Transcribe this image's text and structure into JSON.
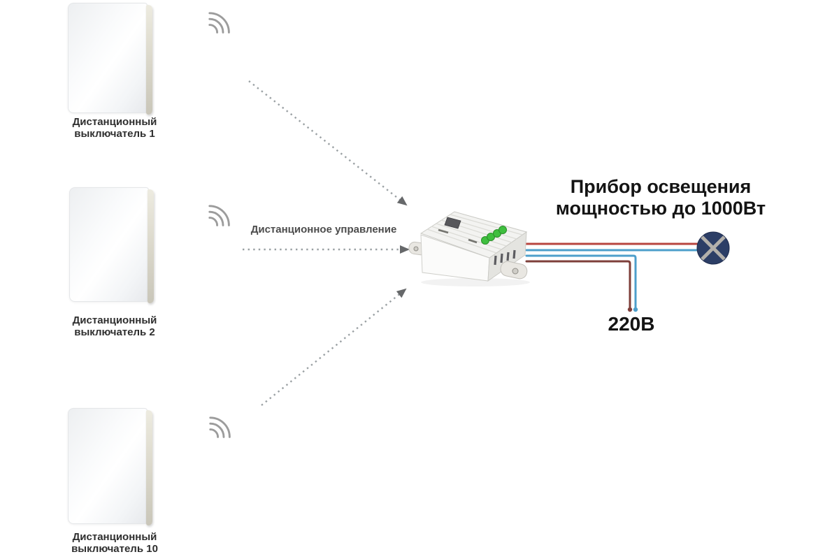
{
  "switches": [
    {
      "label_line1": "Дистанционный",
      "label_line2": "выключатель 1"
    },
    {
      "label_line1": "Дистанционный",
      "label_line2": "выключатель 2"
    },
    {
      "label_line1": "Дистанционный",
      "label_line2": "выключатель 10"
    }
  ],
  "control": {
    "label": "Дистанционное управление"
  },
  "load": {
    "title_line1": "Прибор освещения",
    "title_line2": "мощностью до 1000Вт"
  },
  "power": {
    "label": "220В"
  },
  "colors": {
    "wire_red": "#b8453f",
    "wire_blue": "#4d9fcb",
    "wire_dark_red": "#7e3f3a",
    "lamp_fill": "#2c3e66",
    "lamp_cross": "#b3b0ab",
    "terminal_green": "#3fbf3f",
    "arrow_dots": "#9aa0a3",
    "arrow_head": "#66686a",
    "wifi_gray": "#9c9c9c"
  }
}
